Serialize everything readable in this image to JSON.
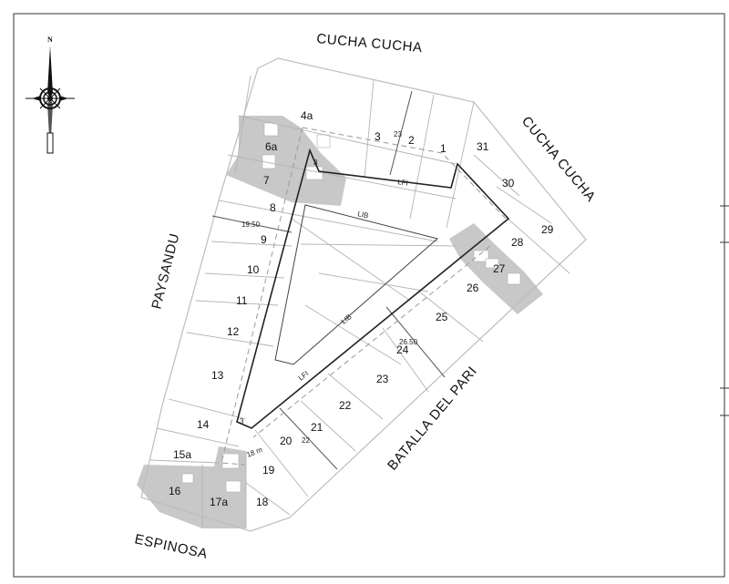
{
  "colors": {
    "shaded": "#c8c8c8",
    "lot_line": "#b4b4b4",
    "block_outline": "#444444",
    "boundary": "#222222",
    "dash": "#999999"
  },
  "icons": {
    "compass": "compass-rose-icon"
  },
  "compass": {
    "north_label": "N"
  },
  "streets": {
    "top": "CUCHA CUCHA",
    "right": "CUCHA CUCHA",
    "left": "PAYSANDU",
    "bottom_right": "BATALLA DEL PARI",
    "bottom_left": "ESPINOSA"
  },
  "lots": {
    "l1": "1",
    "l2": "2",
    "l3": "3",
    "l4a": "4a",
    "l6a": "6a",
    "l7": "7",
    "l8": "8",
    "l9": "9",
    "l10": "10",
    "l11": "11",
    "l12": "12",
    "l13": "13",
    "l14": "14",
    "l15a": "15a",
    "l16": "16",
    "l17a": "17a",
    "l18": "18",
    "l19": "19",
    "l20": "20",
    "l21": "21",
    "l22": "22",
    "l23": "23",
    "l24": "24",
    "l25": "25",
    "l26": "26",
    "l27": "27",
    "l28": "28",
    "l29": "29",
    "l30": "30",
    "l31": "31"
  },
  "dimensions": {
    "d_23": "23",
    "d_3_top": "3",
    "d_19_50": "19.50",
    "d_26_50": "26.50",
    "d_18": "18 m",
    "d_22": "22",
    "d_3_bottom": "3"
  },
  "line_labels": {
    "lfi_top": "LFI",
    "lib_top": "LIB",
    "lib_mid": "LIB",
    "lfi_bottom": "LFI"
  }
}
